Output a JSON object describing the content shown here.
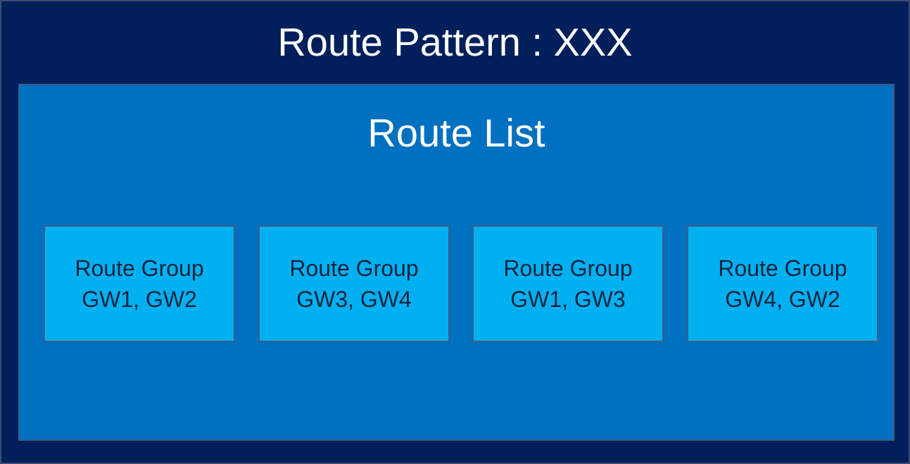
{
  "route_pattern": {
    "title": "Route Pattern : XXX",
    "route_list": {
      "title": "Route List",
      "groups": [
        {
          "title": "Route Group",
          "gateways": "GW1, GW2"
        },
        {
          "title": "Route Group",
          "gateways": "GW3, GW4"
        },
        {
          "title": "Route Group",
          "gateways": "GW1, GW3"
        },
        {
          "title": "Route Group",
          "gateways": "GW4, GW2"
        }
      ]
    }
  },
  "colors": {
    "outer_background": "#001f5b",
    "inner_background": "#0070c0",
    "group_background": "#00b0f0",
    "text_light": "#ffffff",
    "text_dark": "#10233f"
  }
}
